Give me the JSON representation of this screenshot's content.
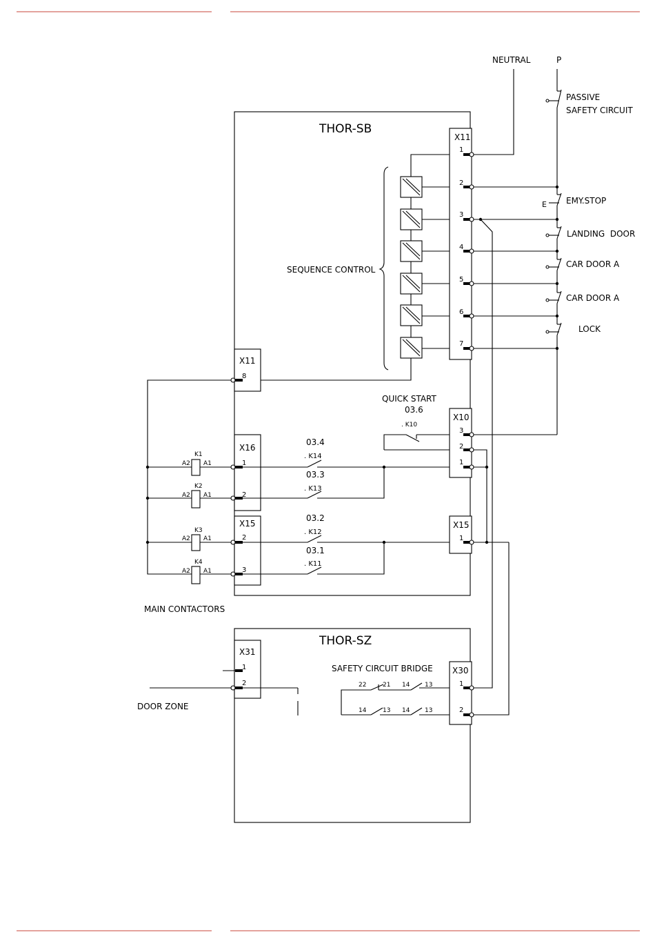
{
  "power": {
    "neutral_label": "NEUTRAL",
    "p_label": "P"
  },
  "modules": {
    "sb_title": "THOR-SB",
    "sz_title": "THOR-SZ"
  },
  "connectors": {
    "x11_top": {
      "label": "X11",
      "pins": [
        "1",
        "2",
        "3",
        "4",
        "5",
        "6",
        "7"
      ]
    },
    "x11_low": {
      "label": "X11",
      "pin": "8"
    },
    "x16": {
      "label": "X16",
      "pins": [
        "1",
        "2"
      ]
    },
    "x15_left": {
      "label": "X15",
      "pins": [
        "2",
        "3"
      ]
    },
    "x10": {
      "label": "X10",
      "pins": [
        "3",
        "2",
        "1"
      ]
    },
    "x15_right": {
      "label": "X15",
      "pin": "1"
    },
    "x31": {
      "label": "X31",
      "pins": [
        "1",
        "2"
      ]
    },
    "x30": {
      "label": "X30",
      "pins": [
        "1",
        "2"
      ]
    }
  },
  "safety_switches": [
    {
      "label1": "PASSIVE",
      "label2": "SAFETY CIRCUIT"
    },
    {
      "label": "EMY.STOP",
      "actuator": "E"
    },
    {
      "label": "LANDING  DOOR"
    },
    {
      "label": "CAR DOOR A"
    },
    {
      "label": "CAR DOOR A"
    },
    {
      "label": "LOCK"
    }
  ],
  "sequence_control_label": "SEQUENCE CONTROL",
  "quick_start": {
    "title": "QUICK START",
    "ref": "03.6",
    "contact": ". K10"
  },
  "relay_contacts": [
    {
      "ref": "03.4",
      "contact": ". K14"
    },
    {
      "ref": "03.3",
      "contact": ". K13"
    },
    {
      "ref": "03.2",
      "contact": ". K12"
    },
    {
      "ref": "03.1",
      "contact": ". K11"
    }
  ],
  "contactors": [
    {
      "name": "K1",
      "a2": "A2",
      "a1": "A1"
    },
    {
      "name": "K2",
      "a2": "A2",
      "a1": "A1"
    },
    {
      "name": "K3",
      "a2": "A2",
      "a1": "A1"
    },
    {
      "name": "K4",
      "a2": "A2",
      "a1": "A1"
    }
  ],
  "main_contactors_label": "MAIN CONTACTORS",
  "door_zone_label": "DOOR ZONE",
  "safety_bridge": {
    "title": "SAFETY CIRCUIT BRIDGE",
    "top_contacts": [
      "22",
      "21",
      "14",
      "13"
    ],
    "bottom_contacts": [
      "14",
      "13",
      "14",
      "13"
    ]
  }
}
